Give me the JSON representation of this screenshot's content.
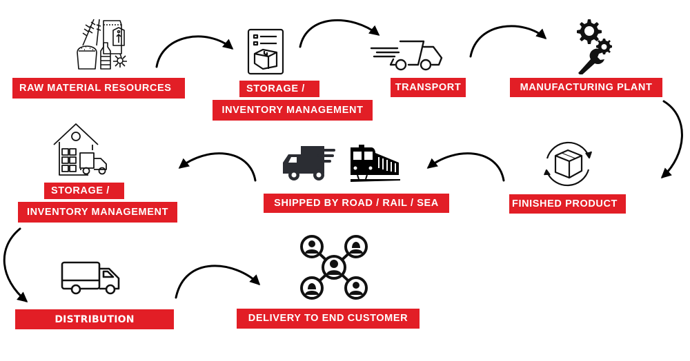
{
  "diagram": {
    "type": "supply-chain-flow",
    "accent_color": "#e21e26",
    "text_color": "#ffffff",
    "icon_color": "#111111",
    "steps": [
      {
        "id": "raw-material",
        "label": "RAW MATERIAL RESOURCES",
        "icon": "raw-materials-icon"
      },
      {
        "id": "storage-1",
        "label_line1": "STORAGE /",
        "label_line2": "INVENTORY MANAGEMENT",
        "icon": "inventory-clipboard-icon"
      },
      {
        "id": "transport",
        "label": "TRANSPORT",
        "icon": "fast-truck-icon"
      },
      {
        "id": "manufacturing",
        "label": "MANUFACTURING PLANT",
        "icon": "gears-wrench-icon"
      },
      {
        "id": "finished-product",
        "label": "FINISHED PRODUCT",
        "icon": "box-cycle-icon"
      },
      {
        "id": "shipping",
        "label": "SHIPPED BY ROAD / RAIL / SEA",
        "icon": "truck-and-train-icon"
      },
      {
        "id": "storage-2",
        "label_line1": "STORAGE /",
        "label_line2": "INVENTORY MANAGEMENT",
        "icon": "warehouse-truck-icon"
      },
      {
        "id": "distribution",
        "label": "DISTRIBUTION",
        "icon": "delivery-truck-icon"
      },
      {
        "id": "delivery",
        "label": "DELIVERY TO END CUSTOMER",
        "icon": "customer-network-icon"
      }
    ],
    "connections": [
      {
        "from": "raw-material",
        "to": "storage-1"
      },
      {
        "from": "storage-1",
        "to": "transport"
      },
      {
        "from": "transport",
        "to": "manufacturing"
      },
      {
        "from": "manufacturing",
        "to": "finished-product"
      },
      {
        "from": "finished-product",
        "to": "shipping"
      },
      {
        "from": "shipping",
        "to": "storage-2"
      },
      {
        "from": "storage-2",
        "to": "distribution"
      },
      {
        "from": "distribution",
        "to": "delivery"
      }
    ]
  }
}
